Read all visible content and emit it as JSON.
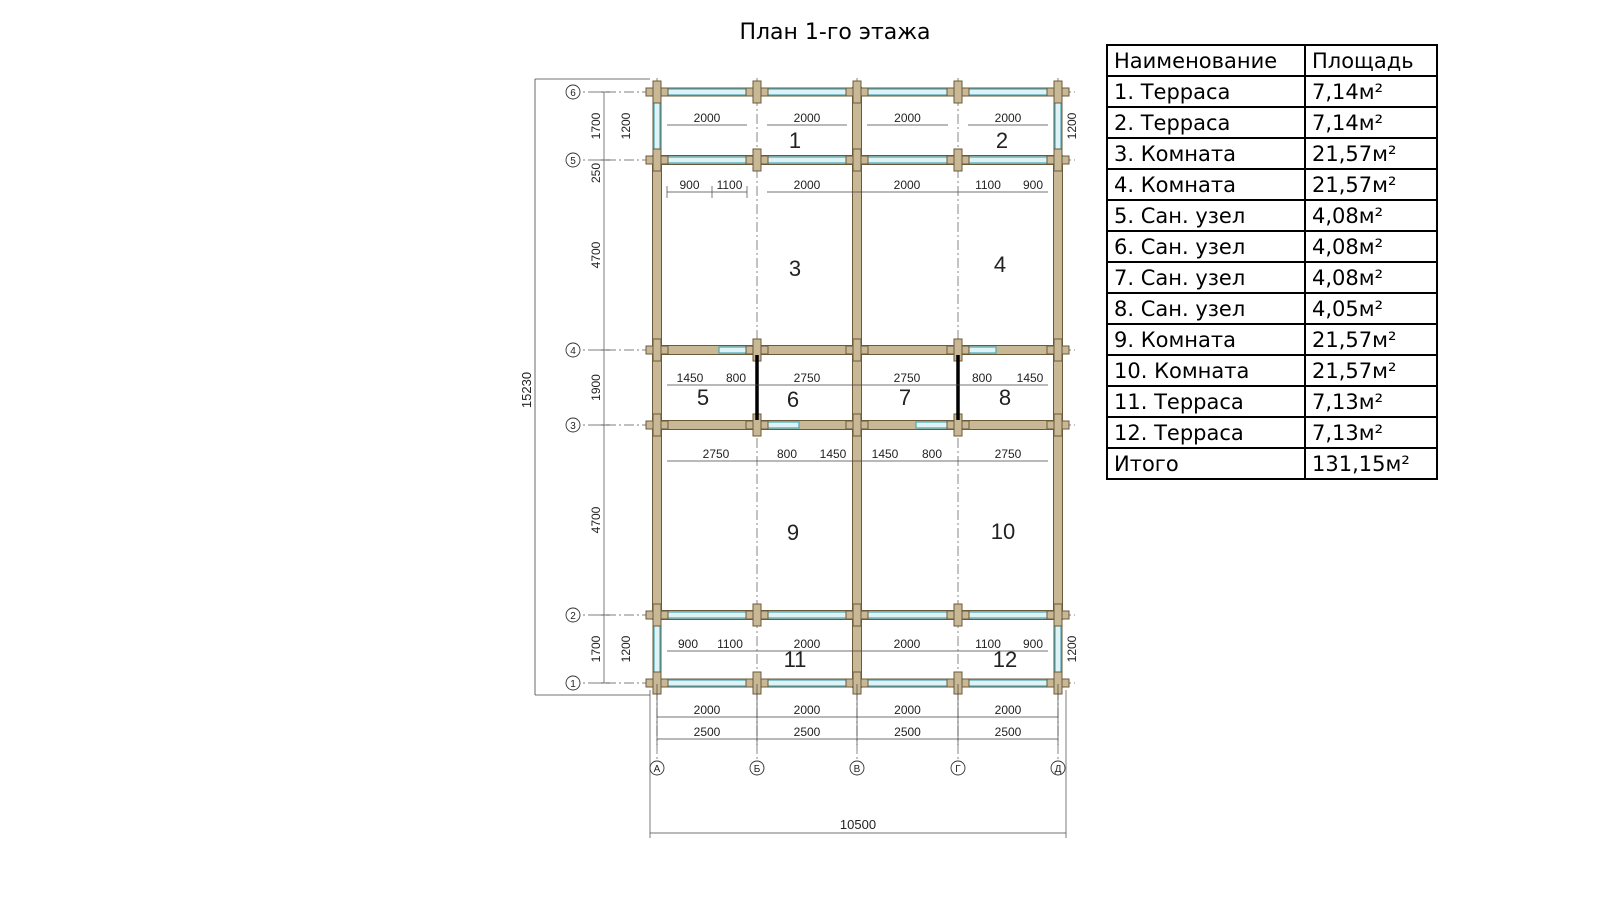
{
  "title": "План 1-го этажа",
  "table": {
    "header": {
      "name": "Наименование",
      "area": "Площадь"
    },
    "rows": [
      {
        "name": "1. Терраса",
        "area": "7,14м²"
      },
      {
        "name": "2. Терраса",
        "area": "7,14м²"
      },
      {
        "name": "3. Комната",
        "area": "21,57м²"
      },
      {
        "name": "4. Комната",
        "area": "21,57м²"
      },
      {
        "name": "5. Сан. узел",
        "area": "4,08м²"
      },
      {
        "name": "6. Сан. узел",
        "area": "4,08м²"
      },
      {
        "name": "7. Сан. узел",
        "area": "4,08м²"
      },
      {
        "name": "8. Сан. узел",
        "area": "4,05м²"
      },
      {
        "name": "9. Комната",
        "area": "21,57м²"
      },
      {
        "name": "10. Комната",
        "area": "21,57м²"
      },
      {
        "name": "11. Терраса",
        "area": "7,13м²"
      },
      {
        "name": "12. Терраса",
        "area": "7,13м²"
      }
    ],
    "total": {
      "name": "Итого",
      "area": "131,15м²"
    }
  },
  "plan": {
    "column_axes": [
      "А",
      "Б",
      "В",
      "Г",
      "Д"
    ],
    "row_axes": [
      "6",
      "5",
      "4",
      "3",
      "2",
      "1"
    ],
    "room_labels": [
      "1",
      "2",
      "3",
      "4",
      "5",
      "6",
      "7",
      "8",
      "9",
      "10",
      "11",
      "12"
    ],
    "overall_width": "10500",
    "overall_height": "15230",
    "bay_widths": [
      "2500",
      "2500",
      "2500",
      "2500"
    ],
    "bottom_openings": [
      "2000",
      "2000",
      "2000",
      "2000"
    ],
    "left_heights": [
      "1700",
      "250",
      "4700",
      "1900",
      "4700",
      "1700"
    ],
    "terrace_side": [
      "1200",
      "1200",
      "1200",
      "1200"
    ],
    "upper_row_openings": [
      "2000",
      "2000",
      "2000",
      "2000"
    ],
    "row5_openings": [
      "900",
      "1100",
      "2000",
      "2000",
      "1100",
      "900"
    ],
    "row4_openings": [
      "1450",
      "800",
      "2750",
      "2750",
      "800",
      "1450"
    ],
    "row3_openings": [
      "2750",
      "800",
      "1450",
      "1450",
      "800",
      "2750"
    ],
    "row2_openings": [
      "900",
      "1100",
      "2000",
      "2000",
      "1100",
      "900"
    ]
  },
  "colors": {
    "wall": "#c9b896",
    "wall_edge": "#6b5a3a",
    "window": "#4aa8b8",
    "line": "#000000"
  }
}
